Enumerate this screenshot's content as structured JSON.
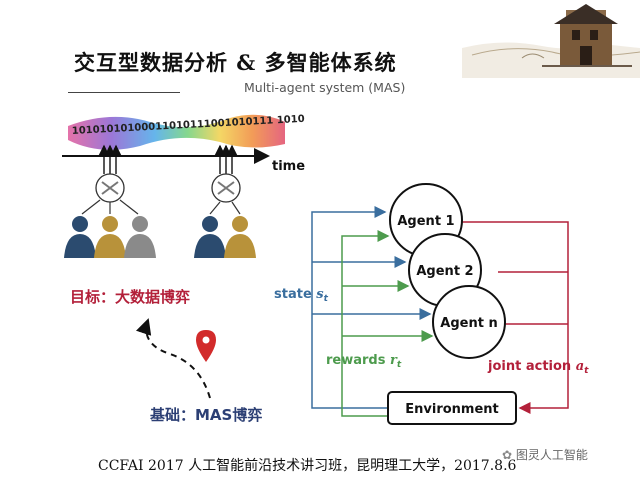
{
  "slide": {
    "title": "交互型数据分析 & 多智能体系统",
    "subtitle": "Multi-agent system (MAS)",
    "footer": "CCFAI 2017 人工智能前沿技术讲习班，昆明理工大学，2017.8.6",
    "watermark": "图灵人工智能"
  },
  "left_panel": {
    "stream_text": "10101010100011010111001010111 1010",
    "time_label": "time",
    "goal_label": "目标：大数据博弈",
    "base_label": "基础：MAS博弈"
  },
  "mas_diagram": {
    "agents": [
      "Agent 1",
      "Agent 2",
      "Agent n"
    ],
    "environment": "Environment",
    "state_label": "state",
    "state_symbol": "s",
    "state_sub": "t",
    "rewards_label": "rewards",
    "rewards_symbol": "r",
    "rewards_sub": "t",
    "action_label": "joint action",
    "action_symbol": "a",
    "action_sub": "t"
  },
  "colors": {
    "state": "#3a6e9e",
    "rewards": "#4d9b4d",
    "action": "#b3203a",
    "goal_text": "#b3203a",
    "base_text": "#2c3f74"
  }
}
